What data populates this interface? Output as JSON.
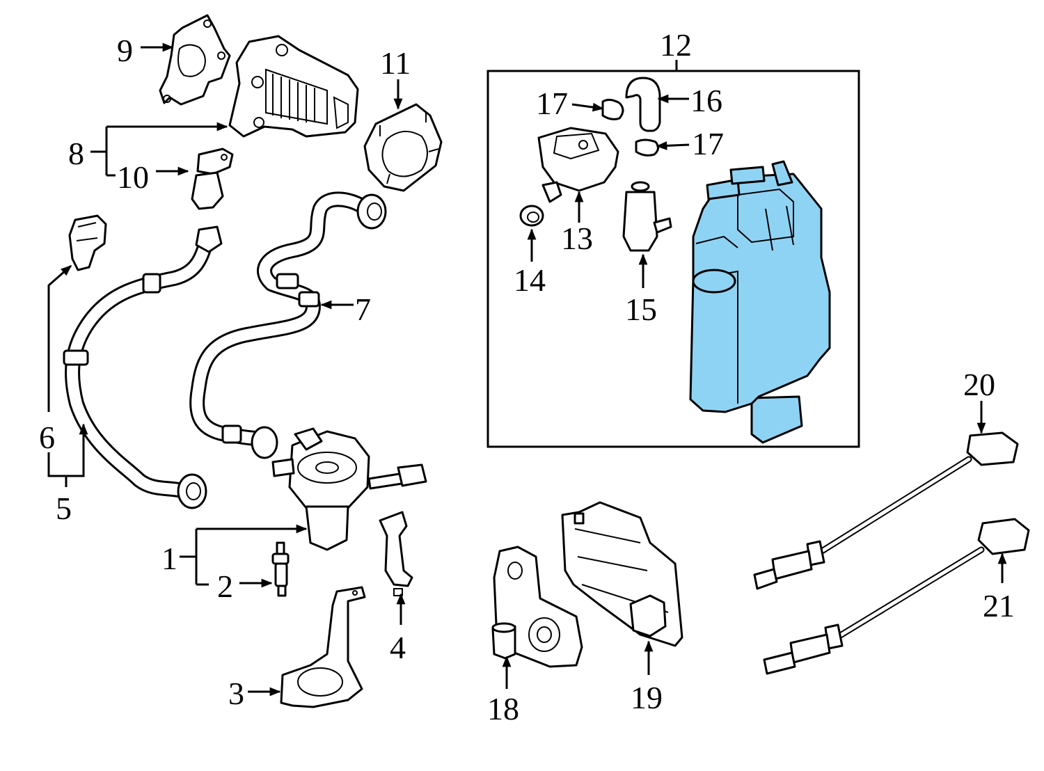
{
  "diagram": {
    "highlight_color": "#8fd3f4",
    "callouts": {
      "c1": "1",
      "c2": "2",
      "c3": "3",
      "c4": "4",
      "c5": "5",
      "c6": "6",
      "c7": "7",
      "c8": "8",
      "c9": "9",
      "c10": "10",
      "c11": "11",
      "c12": "12",
      "c13": "13",
      "c14": "14",
      "c15": "15",
      "c16": "16",
      "c17a": "17",
      "c17b": "17",
      "c18": "18",
      "c19": "19",
      "c20": "20",
      "c21": "21"
    }
  }
}
